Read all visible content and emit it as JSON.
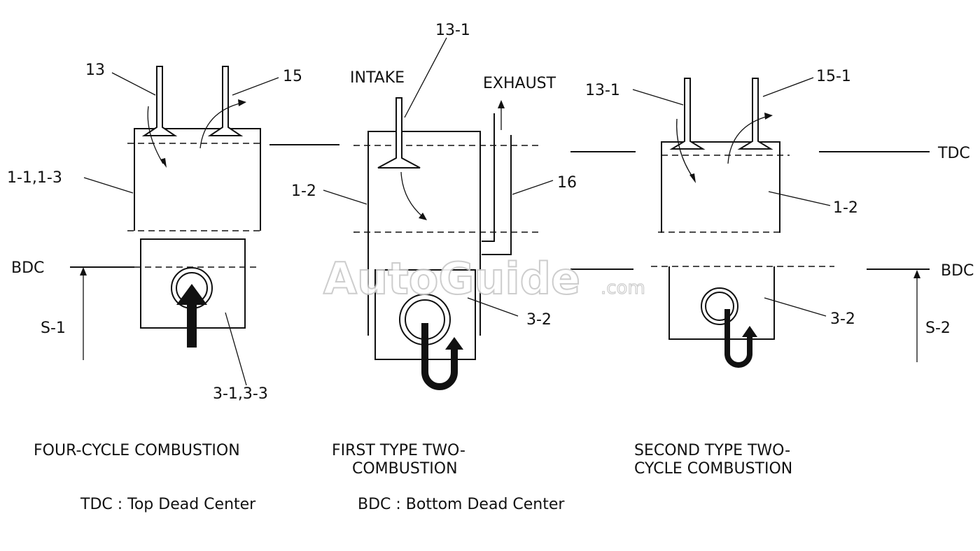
{
  "diagrams": [
    {
      "caption_lines": [
        "FOUR-CYCLE COMBUSTION"
      ],
      "labels": {
        "intake_valve": "13",
        "exhaust_valve": "15",
        "cylinder": "1-1,1-3",
        "piston": "3-1,3-3",
        "stroke": "S-1"
      }
    },
    {
      "caption_lines": [
        "FIRST TYPE TWO-",
        "COMBUSTION"
      ],
      "labels": {
        "intake_valve": "13-1",
        "intake": "INTAKE",
        "exhaust": "EXHAUST",
        "exhaust_pipe": "16",
        "cylinder": "1-2",
        "piston": "3-2"
      }
    },
    {
      "caption_lines": [
        "SECOND TYPE TWO-",
        "CYCLE COMBUSTION"
      ],
      "labels": {
        "intake_valve": "13-1",
        "exhaust_valve": "15-1",
        "cylinder": "1-2",
        "piston": "3-2",
        "stroke": "S-2"
      }
    }
  ],
  "reference_lines": {
    "tdc": "TDC",
    "bdc_left": "BDC",
    "bdc_right": "BDC"
  },
  "legend": {
    "tdc": "TDC : Top Dead Center",
    "bdc": "BDC : Bottom Dead Center"
  },
  "watermark": {
    "main": "AutoGuide",
    "suffix": ".com"
  },
  "colors": {
    "ink": "#111111",
    "background": "#ffffff"
  }
}
